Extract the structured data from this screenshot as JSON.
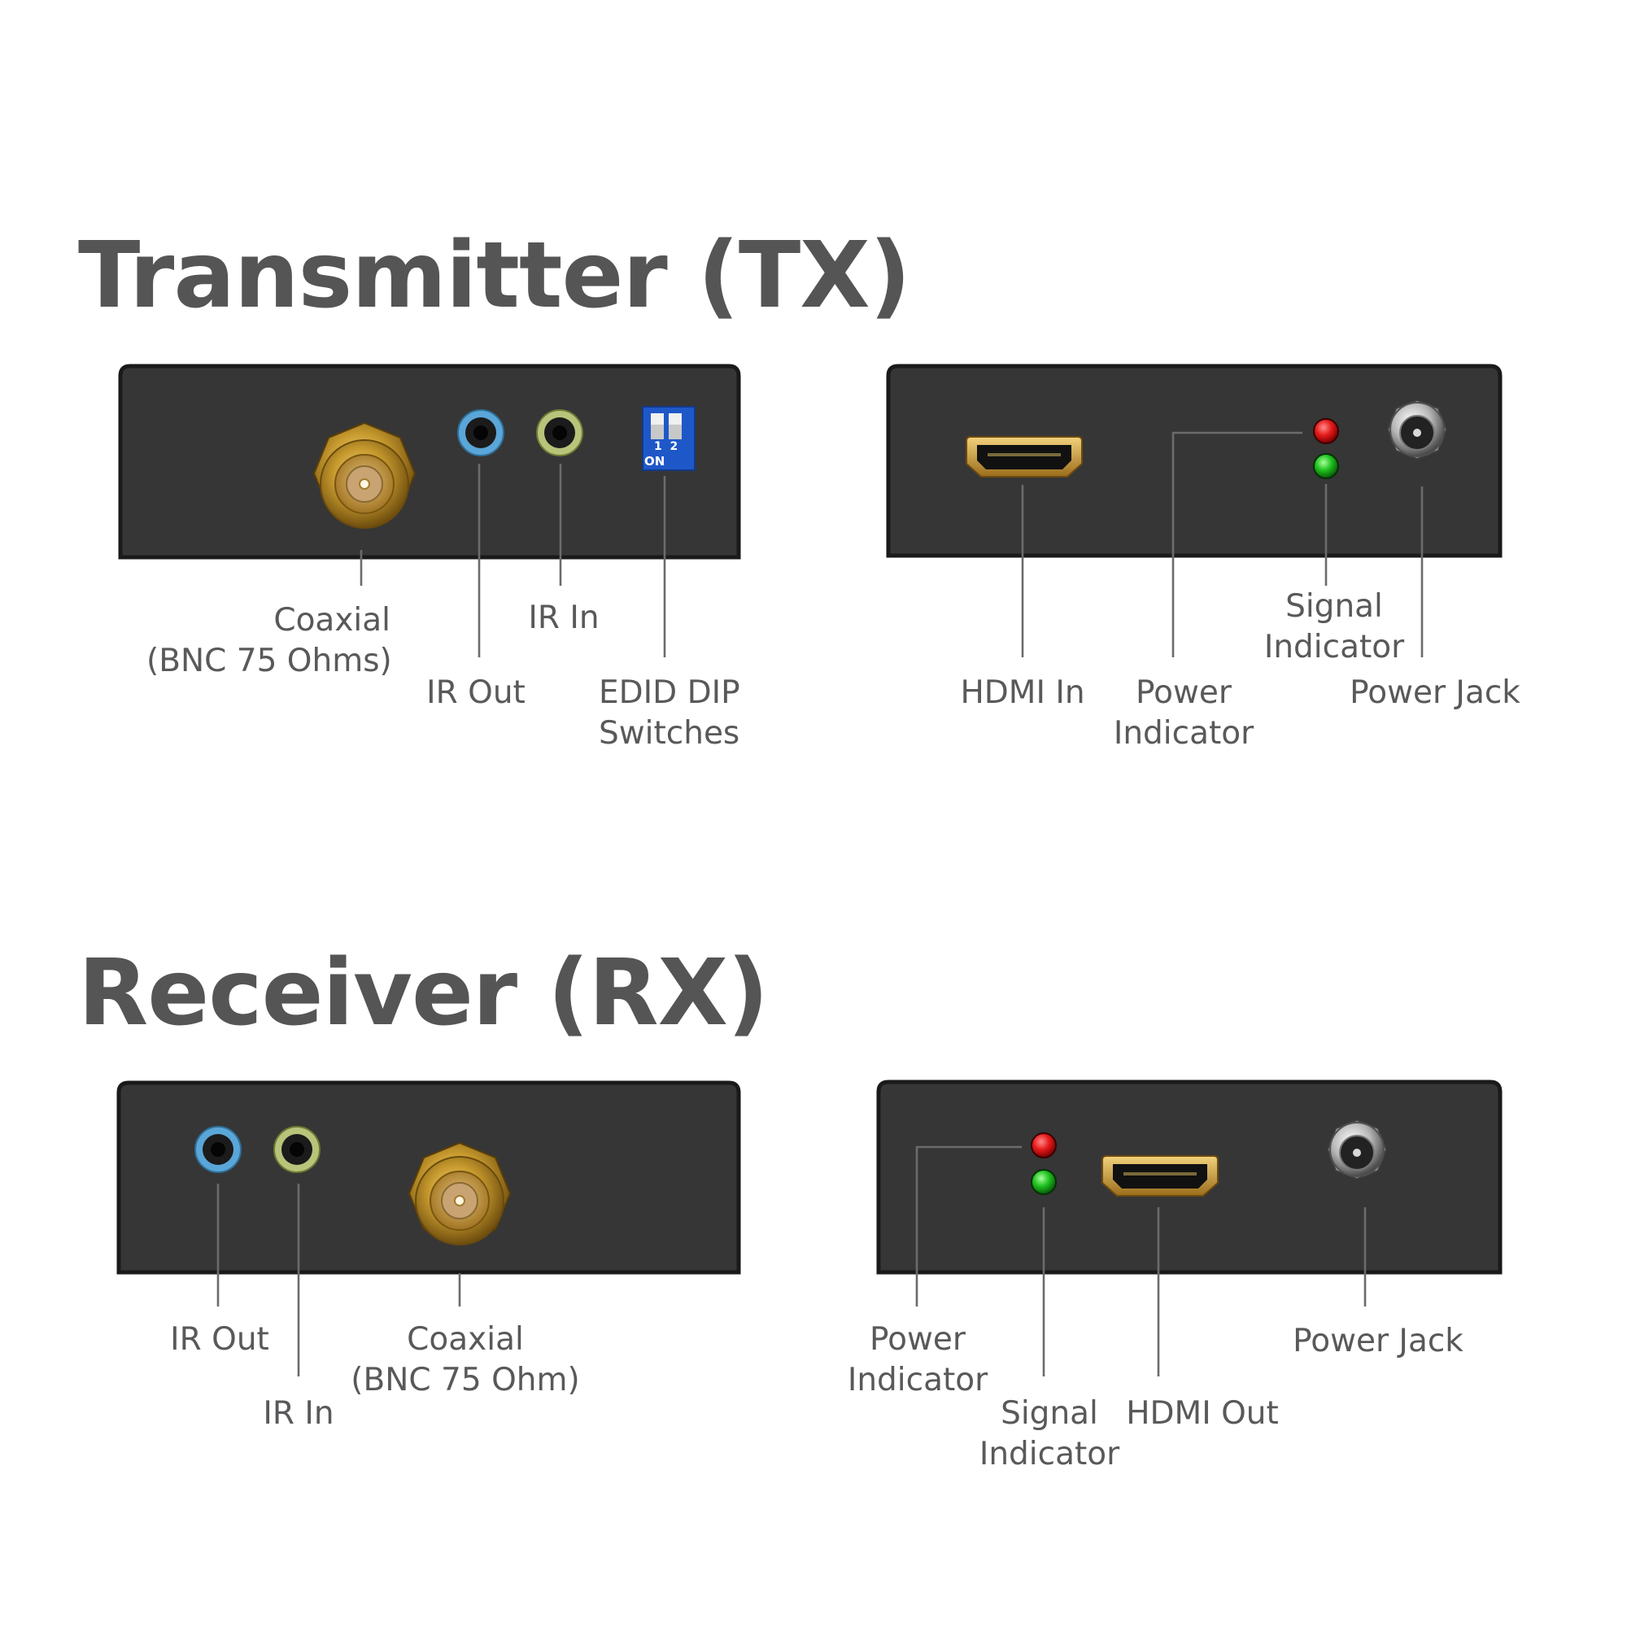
{
  "transmitter": {
    "title": "Transmitter (TX)",
    "rear": {
      "coaxial": [
        "Coaxial",
        "(BNC 75 Ohms)"
      ],
      "ir_out": "IR Out",
      "ir_in": "IR In",
      "edid": [
        "EDID DIP",
        "Switches"
      ],
      "dip_numbers": "1  2",
      "dip_on": "ON"
    },
    "front": {
      "hdmi_in": "HDMI In",
      "power_indicator": [
        "Power",
        "Indicator"
      ],
      "signal_indicator": [
        "Signal",
        "Indicator"
      ],
      "power_jack": "Power Jack"
    }
  },
  "receiver": {
    "title": "Receiver (RX)",
    "rear": {
      "ir_out": "IR Out",
      "ir_in": "IR In",
      "coaxial": [
        "Coaxial",
        "(BNC 75 Ohm)"
      ]
    },
    "front": {
      "power_indicator": [
        "Power",
        "Indicator"
      ],
      "signal_indicator": [
        "Signal",
        "Indicator"
      ],
      "hdmi_out": "HDMI Out",
      "power_jack": "Power Jack"
    }
  },
  "colors": {
    "heading": "#555556",
    "label": "#59595b",
    "panel": "#363636",
    "bnc_gold": "#c79a2e",
    "ir_out_ring": "#5aa6d8",
    "ir_in_ring": "#b7c47a",
    "dip_blue": "#1e58c8",
    "led_red": "#e61b1b",
    "led_green": "#1ec21e"
  }
}
